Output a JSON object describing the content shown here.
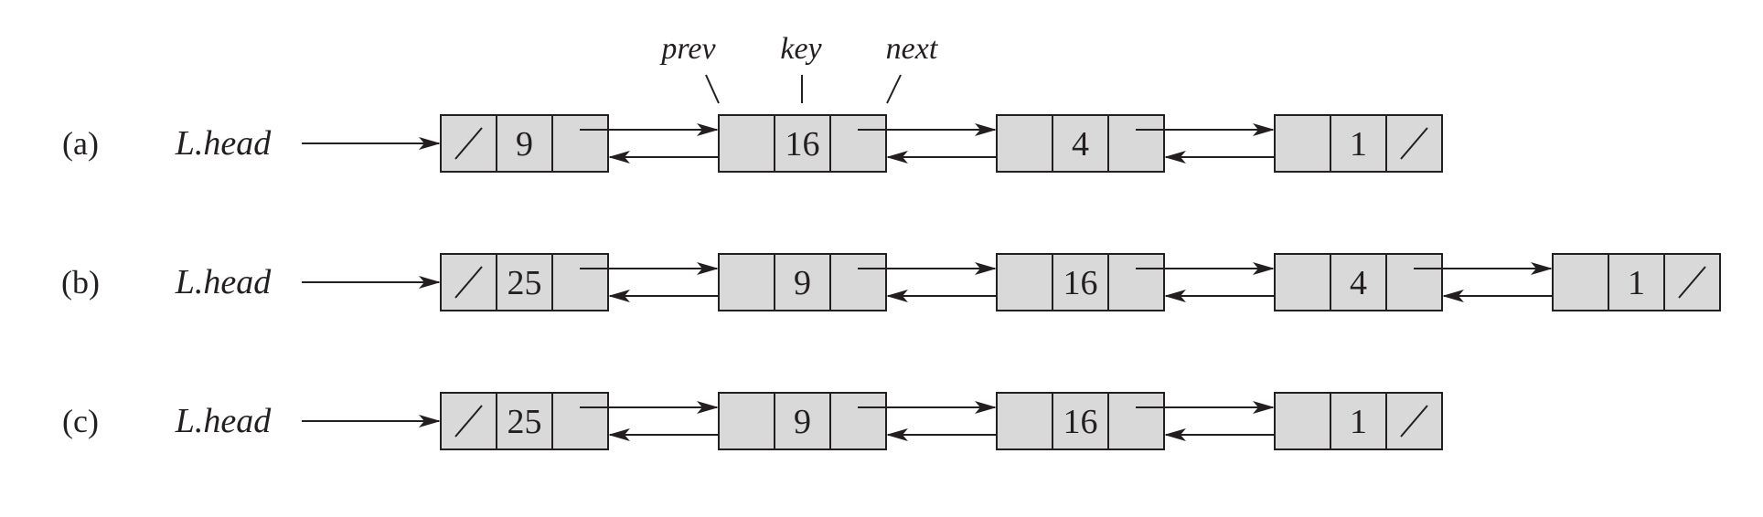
{
  "annotations": {
    "prev": "prev",
    "key": "key",
    "next": "next"
  },
  "rows": [
    {
      "label": "(a)",
      "head": "L.head",
      "keys": [
        "9",
        "16",
        "4",
        "1"
      ]
    },
    {
      "label": "(b)",
      "head": "L.head",
      "keys": [
        "25",
        "9",
        "16",
        "4",
        "1"
      ]
    },
    {
      "label": "(c)",
      "head": "L.head",
      "keys": [
        "25",
        "9",
        "16",
        "1"
      ]
    }
  ]
}
